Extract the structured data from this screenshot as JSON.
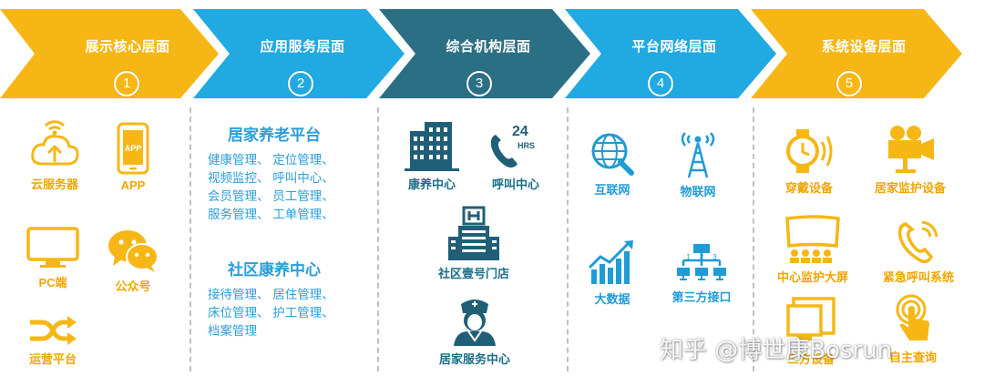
{
  "layers": [
    {
      "label": "展示核心层面",
      "number": "1",
      "color": "#f6b716"
    },
    {
      "label": "应用服务层面",
      "number": "2",
      "color": "#21a9e1"
    },
    {
      "label": "综合机构层面",
      "number": "3",
      "color": "#2b6f85"
    },
    {
      "label": "平台网络层面",
      "number": "4",
      "color": "#21a9e1"
    },
    {
      "label": "系统设备层面",
      "number": "5",
      "color": "#f6b716"
    }
  ],
  "col1": {
    "cloud": "云服务器",
    "app": "APP",
    "pc": "PC端",
    "wechat": "公众号",
    "ops": "运营平台"
  },
  "col2": {
    "home_title": "居家养老平台",
    "home_lines": [
      "健康管理、 定位管理、",
      "视频监控、 呼叫中心、",
      "会员管理、 员工管理、",
      "服务管理、 工单管理、"
    ],
    "community_title": "社区康养中心",
    "community_lines": [
      "接待管理、 居住管理、",
      "床位管理、 护工管理、",
      "档案管理"
    ]
  },
  "col3": {
    "kangyang": "康养中心",
    "hujiao": "呼叫中心",
    "clock_num": "24",
    "clock_hrs": "HRS",
    "store": "社区壹号门店",
    "service": "居家服务中心"
  },
  "col4": {
    "internet": "互联网",
    "iot": "物联网",
    "bigdata": "大数据",
    "third": "第三方接口",
    "nodes": [
      "1",
      "2",
      "3"
    ]
  },
  "col5": {
    "wear": "穿戴设备",
    "monitor": "居家监护设备",
    "screen": "中心监护大屏",
    "emergency": "紧急呼叫系统",
    "device3": "三方设备",
    "self": "自主查询"
  },
  "watermark": "知乎 @博世康Bosrun",
  "colors": {
    "yellow": "#f6b716",
    "blue": "#21a9e1",
    "teal": "#2b6f85",
    "text_blue": "#2a9ed9"
  }
}
